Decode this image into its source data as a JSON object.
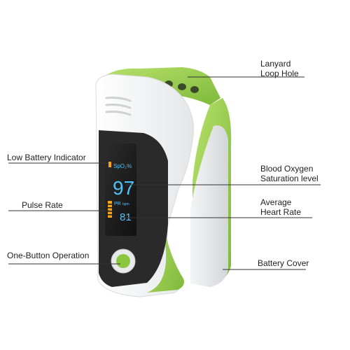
{
  "labels": {
    "lanyard_line1": "Lanyard",
    "lanyard_line2": "Loop Hole",
    "low_battery": "Low Battery Indicator",
    "blood_oxygen_line1": "Blood Oxygen",
    "blood_oxygen_line2": "Saturation level",
    "pulse_rate": "Pulse Rate",
    "avg_hr_line1": "Average",
    "avg_hr_line2": "Heart Rate",
    "one_button": "One-Button Operation",
    "battery_cover": "Battery Cover"
  },
  "display": {
    "spo2_label": "SpO₂%",
    "spo2_value": "97",
    "pr_label": "PR",
    "pr_unit": "bpm",
    "pr_value": "81"
  },
  "colors": {
    "accent_green": "#8cc63f",
    "spo2_color": "#4fc3f7",
    "pr_color": "#f7a21b",
    "screen": "#1a1a1a"
  }
}
